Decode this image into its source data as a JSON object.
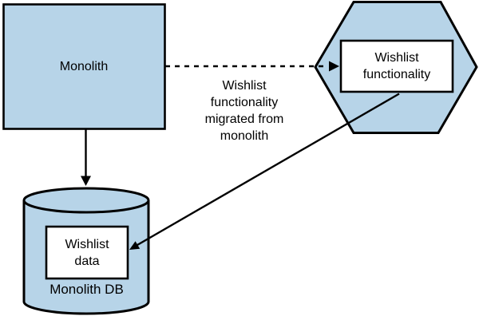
{
  "colors": {
    "background": "#ffffff",
    "shape_fill": "#b7d4e8",
    "box_fill": "#ffffff",
    "stroke": "#000000",
    "text": "#000000"
  },
  "diagram": {
    "monolith": {
      "label": "Monolith"
    },
    "wishlist_functionality": {
      "label": "Wishlist\nfunctionality"
    },
    "migration_annotation": {
      "label": "Wishlist\nfunctionality\nmigrated from\nmonolith"
    },
    "wishlist_data": {
      "label": "Wishlist\ndata"
    },
    "monolith_db": {
      "label": "Monolith DB"
    }
  }
}
